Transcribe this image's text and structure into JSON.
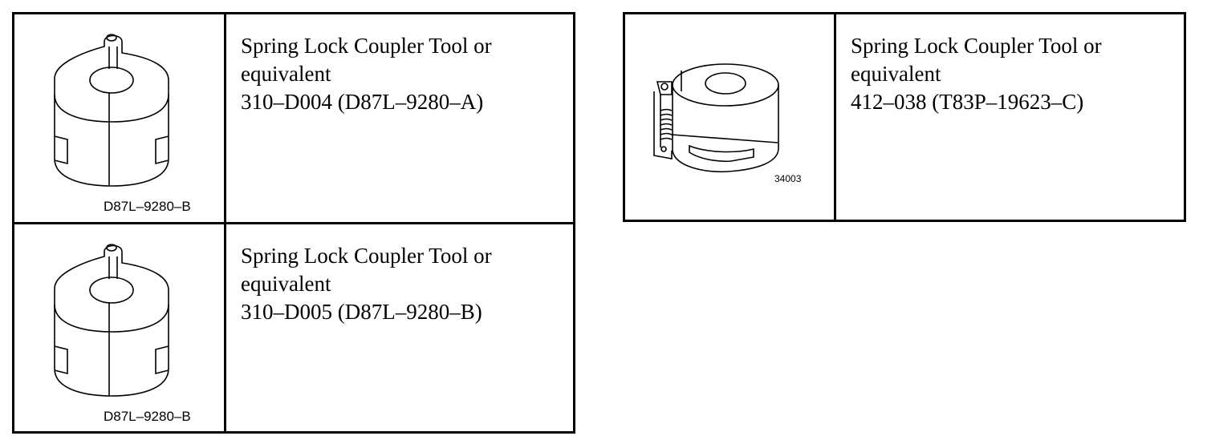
{
  "tools": [
    {
      "line1": "Spring Lock Coupler Tool or",
      "line2": "equivalent",
      "line3": "310–D004 (D87L–9280–A)",
      "figure_caption": "D87L–9280–B",
      "icon": "coupler-tool-icon"
    },
    {
      "line1": "Spring Lock Coupler Tool or",
      "line2": "equivalent",
      "line3": "310–D005 (D87L–9280–B)",
      "figure_caption": "D87L–9280–B",
      "icon": "coupler-tool-icon"
    },
    {
      "line1": "Spring Lock Coupler Tool or",
      "line2": "equivalent",
      "line3": "412–038 (T83P–19623–C)",
      "figure_caption": "34003",
      "icon": "spring-coupler-tool-icon"
    }
  ],
  "colors": {
    "ink": "#000000",
    "paper": "#ffffff"
  }
}
